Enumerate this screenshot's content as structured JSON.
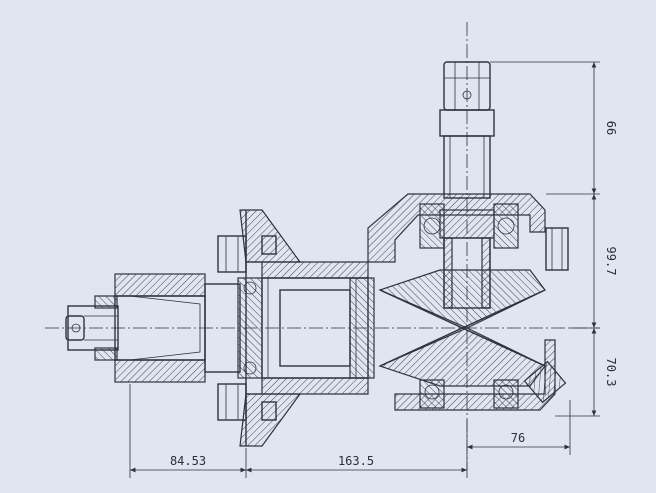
{
  "dimensions": {
    "top_shaft_height": "66",
    "upper_housing_height": "99.7",
    "lower_housing_height": "70.3",
    "bottom_right_offset": "76",
    "left_shaft_length": "84.53",
    "housing_length": "163.5"
  },
  "colors": {
    "background": "#dfe6ef",
    "line": "#2e3340"
  }
}
